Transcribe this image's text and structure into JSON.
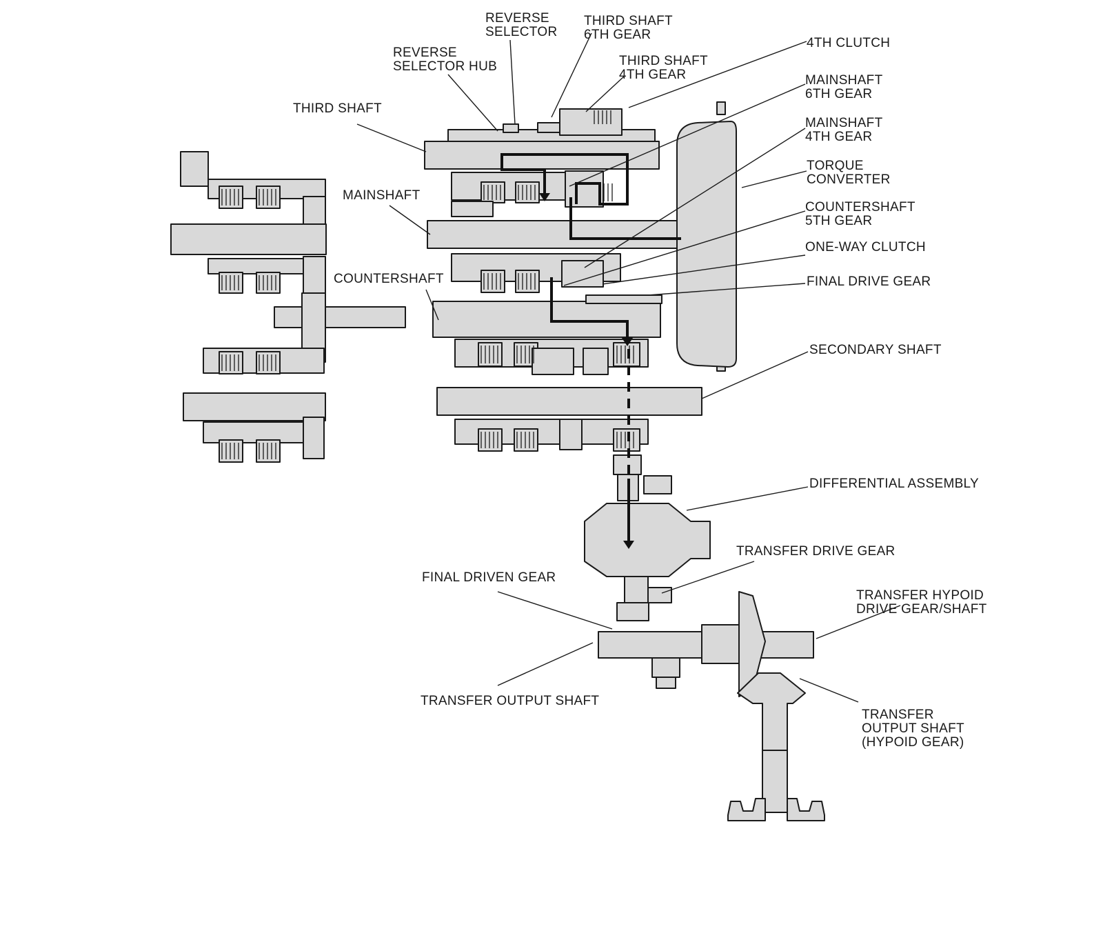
{
  "labels": {
    "reverse_selector": [
      "REVERSE",
      "SELECTOR"
    ],
    "third_shaft_6th_gear": [
      "THIRD SHAFT",
      "6TH GEAR"
    ],
    "third_shaft_4th_gear": [
      "THIRD SHAFT",
      "4TH GEAR"
    ],
    "reverse_selector_hub": [
      "REVERSE",
      "SELECTOR HUB"
    ],
    "fourth_clutch": [
      "4TH CLUTCH"
    ],
    "mainshaft_6th_gear": [
      "MAINSHAFT",
      "6TH GEAR"
    ],
    "third_shaft": [
      "THIRD SHAFT"
    ],
    "mainshaft_4th_gear": [
      "MAINSHAFT",
      "4TH GEAR"
    ],
    "torque_converter": [
      "TORQUE",
      "CONVERTER"
    ],
    "mainshaft": [
      "MAINSHAFT"
    ],
    "countershaft_5th_gear": [
      "COUNTERSHAFT",
      "5TH GEAR"
    ],
    "one_way_clutch": [
      "ONE-WAY CLUTCH"
    ],
    "countershaft": [
      "COUNTERSHAFT"
    ],
    "final_drive_gear": [
      "FINAL DRIVE GEAR"
    ],
    "secondary_shaft": [
      "SECONDARY SHAFT"
    ],
    "differential_assembly": [
      "DIFFERENTIAL ASSEMBLY"
    ],
    "transfer_drive_gear": [
      "TRANSFER DRIVE GEAR"
    ],
    "final_driven_gear": [
      "FINAL DRIVEN GEAR"
    ],
    "transfer_hypoid_drive_gear_shaft": [
      "TRANSFER HYPOID",
      "DRIVE GEAR/SHAFT"
    ],
    "transfer_output_shaft": [
      "TRANSFER OUTPUT SHAFT"
    ],
    "transfer_output_shaft_hypoid_gear": [
      "TRANSFER",
      "OUTPUT SHAFT",
      "(HYPOID GEAR)"
    ]
  },
  "colors": {
    "part_fill": "#d9d9d9",
    "outline": "#1a1a1a",
    "power_flow": "#111111"
  }
}
